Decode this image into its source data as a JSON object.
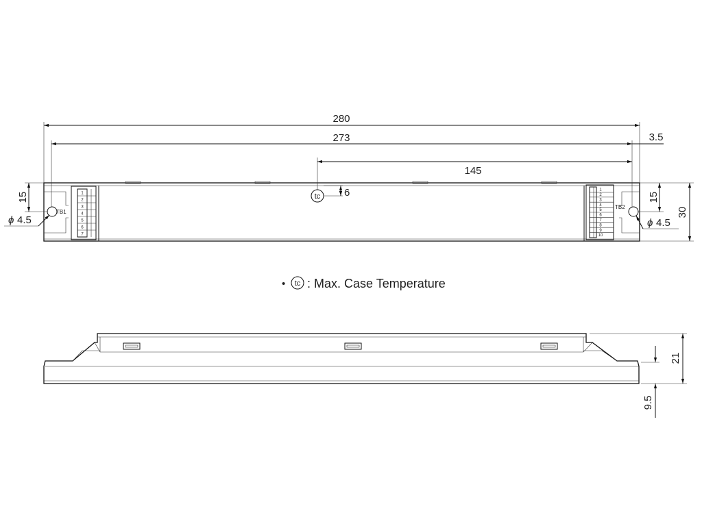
{
  "dimensions": {
    "overall_length": "280",
    "hole_spacing": "273",
    "tc_offset_x": "145",
    "hole_edge_offset": "3.5",
    "tc_offset_y": "6",
    "hole_height_left": "15",
    "hole_height_right": "15",
    "width": "30",
    "hole_dia_left": "4.5",
    "hole_dia_right": "4.5",
    "height_total": "21",
    "height_base": "9.5"
  },
  "symbols": {
    "diameter": "ϕ",
    "tc": "tc"
  },
  "terminals": {
    "tb1": {
      "label": "TB1",
      "pins": [
        "1",
        "2",
        "3",
        "4",
        "5",
        "6",
        "7"
      ]
    },
    "tb2": {
      "label": "TB2",
      "pins": [
        "1",
        "2",
        "3",
        "4",
        "5",
        "6",
        "7",
        "8",
        "9",
        "10"
      ]
    }
  },
  "legend": {
    "bullet": "•",
    "symbol": "tc",
    "text": ": Max. Case Temperature"
  }
}
